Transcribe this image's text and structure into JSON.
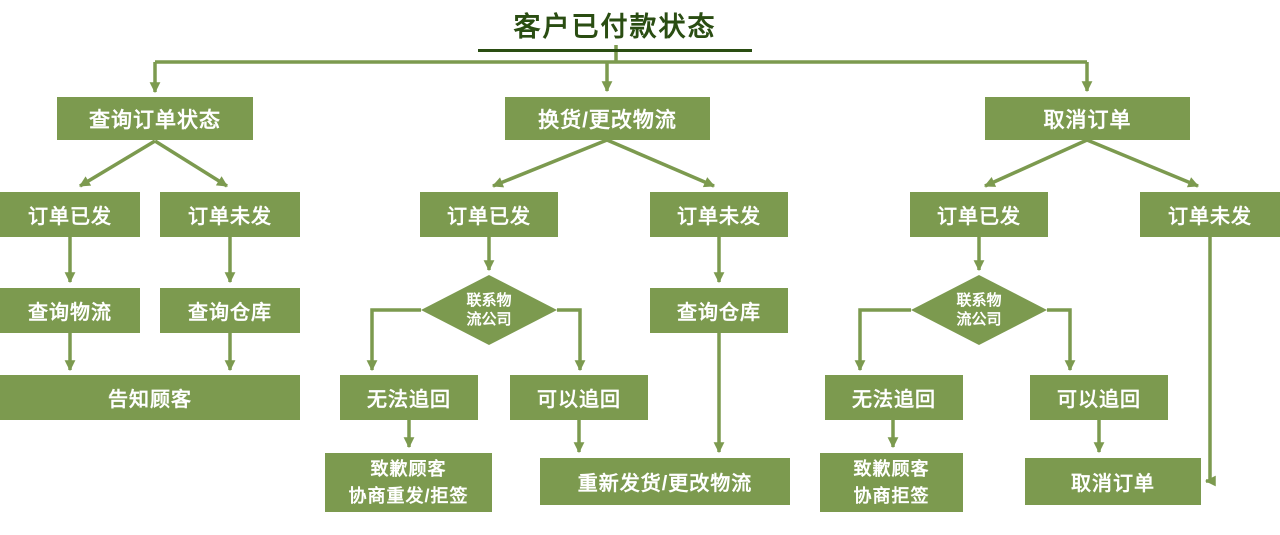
{
  "title": "客户已付款状态",
  "colors": {
    "node": "#7c9a4f",
    "title": "#2a4d12",
    "node_text": "#ffffff"
  },
  "nodes": {
    "query_order_status": "查询订单状态",
    "exchange_change_logistics": "换货/更改物流",
    "cancel_order_branch": "取消订单",
    "left": {
      "shipped": "订单已发",
      "unshipped": "订单未发",
      "query_logistics": "查询物流",
      "query_warehouse": "查询仓库",
      "inform_customer": "告知顾客"
    },
    "middle": {
      "shipped": "订单已发",
      "unshipped": "订单未发",
      "contact_line1": "联系物",
      "contact_line2": "流公司",
      "query_warehouse": "查询仓库",
      "cannot_recall": "无法追回",
      "can_recall": "可以追回",
      "apology_line1": "致歉顾客",
      "apology_line2": "协商重发/拒签",
      "reship": "重新发货/更改物流"
    },
    "right": {
      "shipped": "订单已发",
      "unshipped": "订单未发",
      "contact_line1": "联系物",
      "contact_line2": "流公司",
      "cannot_recall": "无法追回",
      "can_recall": "可以追回",
      "apology_line1": "致歉顾客",
      "apology_line2": "协商拒签",
      "cancel_order": "取消订单"
    }
  }
}
